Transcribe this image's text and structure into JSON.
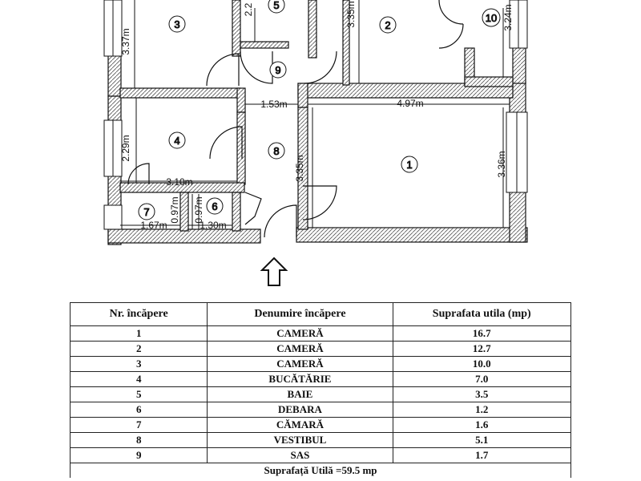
{
  "plan": {
    "dimensions": {
      "room3_height": "3.37m",
      "room5_height": "2.2",
      "room2_height": "3.35m",
      "room10_height": "3.24m",
      "hall_width": "1.53m",
      "room1_width": "4.97m",
      "room4_height": "2.29m",
      "room8_height": "3.35m",
      "room1_height": "3.36m",
      "room4_width": "3.10m",
      "room7_height": "0.97m",
      "room6_height": "0.97m",
      "room7_width": "1.67m",
      "room6_width": "1.30m"
    },
    "room_numbers": [
      "1",
      "2",
      "3",
      "4",
      "5",
      "6",
      "7",
      "8",
      "9",
      "10"
    ]
  },
  "table": {
    "headers": [
      "Nr. încăpere",
      "Denumire încăpere",
      "Suprafata utila (mp)"
    ],
    "rows": [
      {
        "nr": "1",
        "name": "CAMERĂ",
        "area": "16.7"
      },
      {
        "nr": "2",
        "name": "CAMERĂ",
        "area": "12.7"
      },
      {
        "nr": "3",
        "name": "CAMERĂ",
        "area": "10.0"
      },
      {
        "nr": "4",
        "name": "BUCĂTĂRIE",
        "area": "7.0"
      },
      {
        "nr": "5",
        "name": "BAIE",
        "area": "3.5"
      },
      {
        "nr": "6",
        "name": "DEBARA",
        "area": "1.2"
      },
      {
        "nr": "7",
        "name": "CĂMARĂ",
        "area": "1.6"
      },
      {
        "nr": "8",
        "name": "VESTIBUL",
        "area": "5.1"
      },
      {
        "nr": "9",
        "name": "SAS",
        "area": "1.7"
      }
    ],
    "total": "Suprafață Utilă =59.5 mp"
  }
}
